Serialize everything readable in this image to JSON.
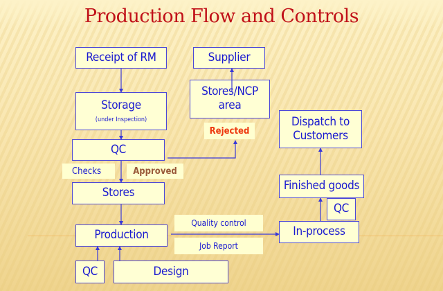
{
  "title": "Production Flow and Controls",
  "boxes": {
    "receipt_rm": "Receipt of RM",
    "supplier": "Supplier",
    "stores_ncp_line1": "Stores/NCP",
    "stores_ncp_line2": "area",
    "storage": "Storage",
    "storage_sub": "(under Inspection)",
    "qc_main": "QC",
    "stores": "Stores",
    "production": "Production",
    "qc_bottom": "QC",
    "design": "Design",
    "dispatch_line1": "Dispatch to",
    "dispatch_line2": "Customers",
    "finished_goods": "Finished goods",
    "qc_right": "QC",
    "in_process": "In-process"
  },
  "labels": {
    "rejected": "Rejected",
    "checks": "Checks",
    "approved": "Approved",
    "quality_control": "Quality control",
    "job_report": "Job Report"
  },
  "colors": {
    "title": "#c01018",
    "box_text": "#1a1ad0",
    "box_border": "#4c48d8",
    "box_fill": "#ffffd4",
    "rejected": "#ee3a10",
    "approved": "#9a5a3a",
    "arrow": "#3838d8"
  }
}
